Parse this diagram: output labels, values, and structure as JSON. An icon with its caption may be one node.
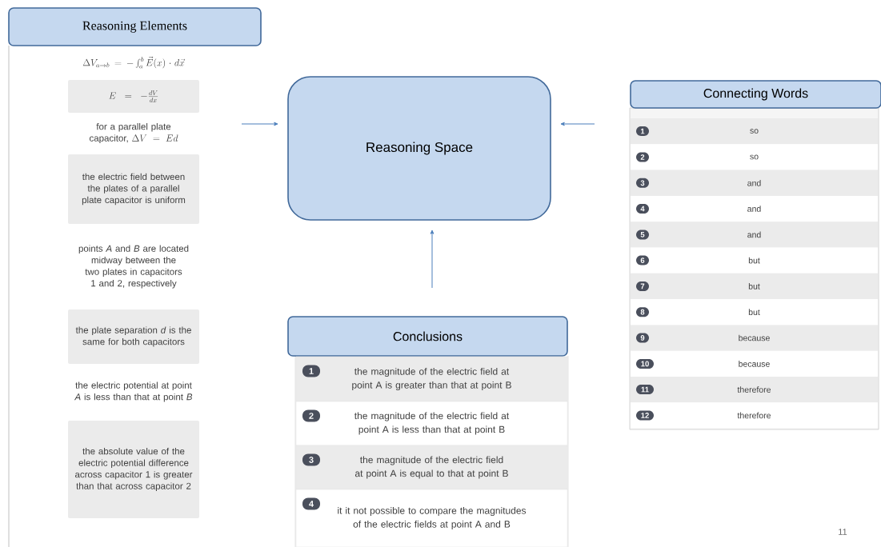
{
  "diagram": {
    "nodes": [
      {
        "text": [
          "Reasoning Elements"
        ]
      },
      {
        "text": [
          "\\Delta V_{a\\to b} = -\\int_a^b \\vec{E}(x)\\cdot d\\vec{x}"
        ]
      },
      {
        "text": [
          "E = -\\frac{dV}{dx}"
        ]
      },
      {
        "text": [
          "for a parallel plate capacitor,",
          "\\Delta V = Ed"
        ]
      },
      {
        "text": [
          "the electric field between the plates of a parallel plate capacitor is uniform"
        ]
      },
      {
        "text": [
          "points *A* and *B* are located midway between the two plates in capacitors 1 and 2, respectively"
        ]
      },
      {
        "text": [
          "the plate separation *d* is the same for both capacitors"
        ]
      },
      {
        "text": [
          "the electric potential at point *A* is less than that at point *B*"
        ]
      },
      {
        "text": [
          "the absolute value of the electric potential difference across capacitor 1 is greater than that across capacitor 2"
        ]
      },
      {
        "text": [
          "Reasoning Space"
        ]
      },
      {
        "text": [
          "Connecting Words"
        ]
      },
      {
        "text": [
          "1",
          "so"
        ]
      },
      {
        "text": [
          "2",
          "so"
        ]
      },
      {
        "text": [
          "3",
          "and"
        ]
      },
      {
        "text": [
          "4",
          "and"
        ]
      },
      {
        "text": [
          "5",
          "and"
        ]
      },
      {
        "text": [
          "6",
          "but"
        ]
      },
      {
        "text": [
          "7",
          "but"
        ]
      },
      {
        "text": [
          "8",
          "but"
        ]
      },
      {
        "text": [
          "9",
          "because"
        ]
      },
      {
        "text": [
          "10",
          "because"
        ]
      },
      {
        "text": [
          "11",
          "therefore"
        ]
      },
      {
        "text": [
          "12",
          "therefore"
        ]
      },
      {
        "text": [
          "Conclusions"
        ]
      },
      {
        "text": [
          "1",
          "the magnitude of the electric field at point A is greater than that at point B"
        ]
      },
      {
        "text": [
          "2",
          "the magnitude of the electric field at point A is less than that at point B"
        ]
      },
      {
        "text": [
          "3",
          "the magnitude of the electric field at point A is equal to that at point B"
        ]
      },
      {
        "text": [
          "4",
          "it it not possible to compare the magnitudes of the electric fields at point A and B"
        ]
      }
    ],
    "edges": [
      {
        "from": null,
        "to": 9,
        "arrow": "to"
      },
      {
        "from": null,
        "to": 9,
        "arrow": "to"
      },
      {
        "from": null,
        "to": 9,
        "arrow": "to"
      }
    ],
    "labels": [
      "11"
    ]
  }
}
